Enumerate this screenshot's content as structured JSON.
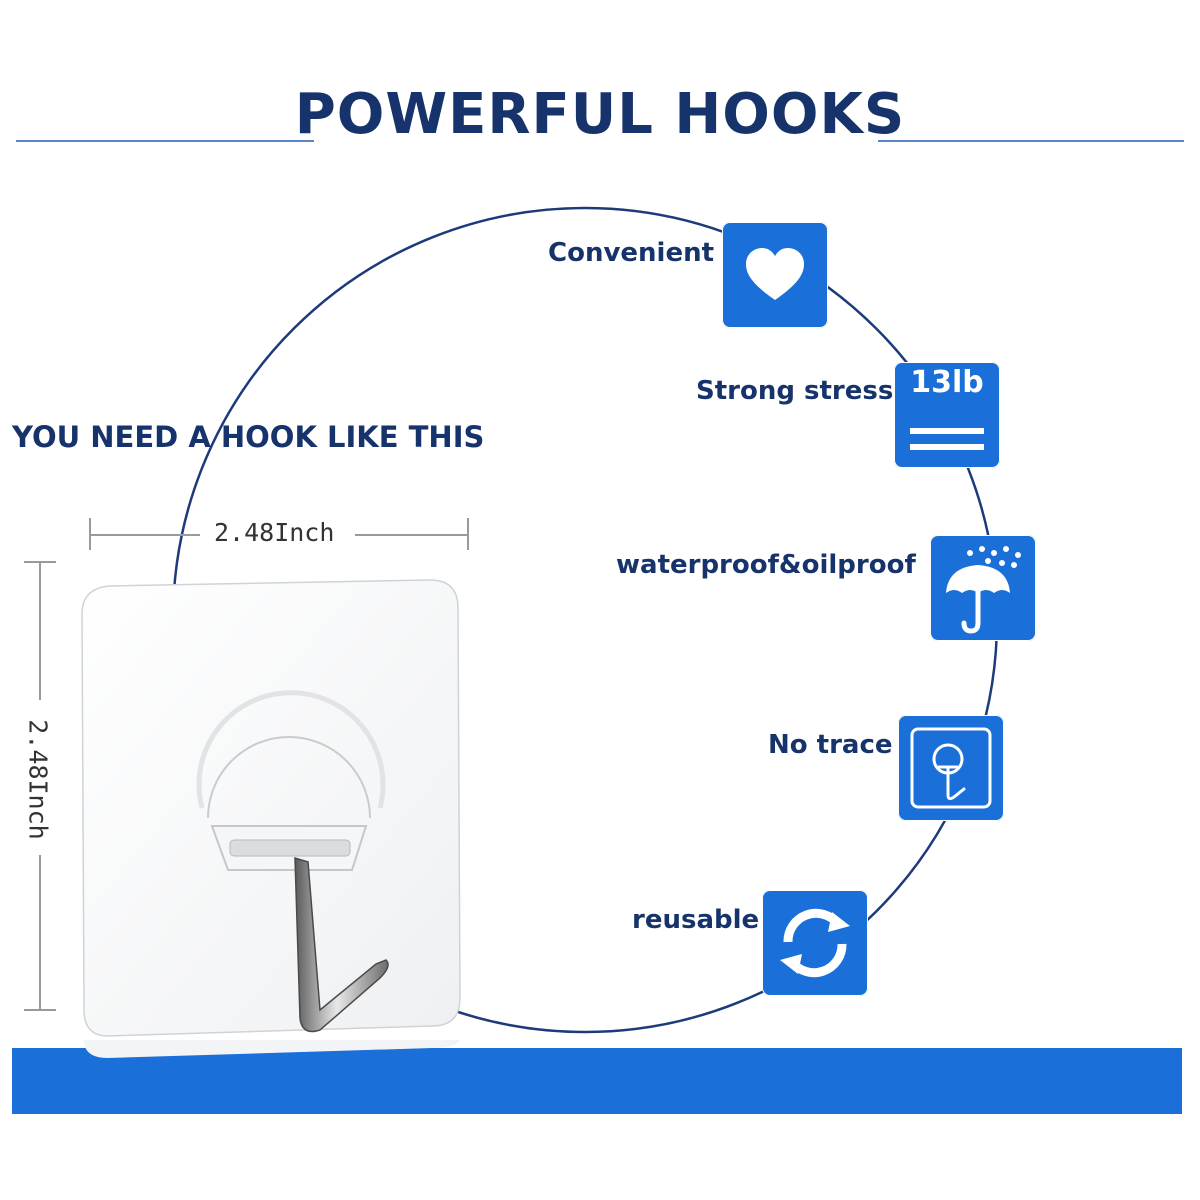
{
  "header": {
    "title": "POWERFUL HOOKS"
  },
  "subtitle": "YOU NEED A HOOK LIKE THIS",
  "dimensions": {
    "width_label": "2.48Inch",
    "height_label": "2.48Inch"
  },
  "features": [
    {
      "label": "Convenient",
      "icon": "heart-icon"
    },
    {
      "label": "Strong stress",
      "icon": "weight-icon",
      "icon_text": "13lb"
    },
    {
      "label": "waterproof&oilproof",
      "icon": "umbrella-icon"
    },
    {
      "label": "No trace",
      "icon": "hook-outline-icon"
    },
    {
      "label": "reusable",
      "icon": "refresh-icon"
    }
  ],
  "colors": {
    "brand_blue": "#1a6fd8",
    "title_navy": "#17336b"
  }
}
